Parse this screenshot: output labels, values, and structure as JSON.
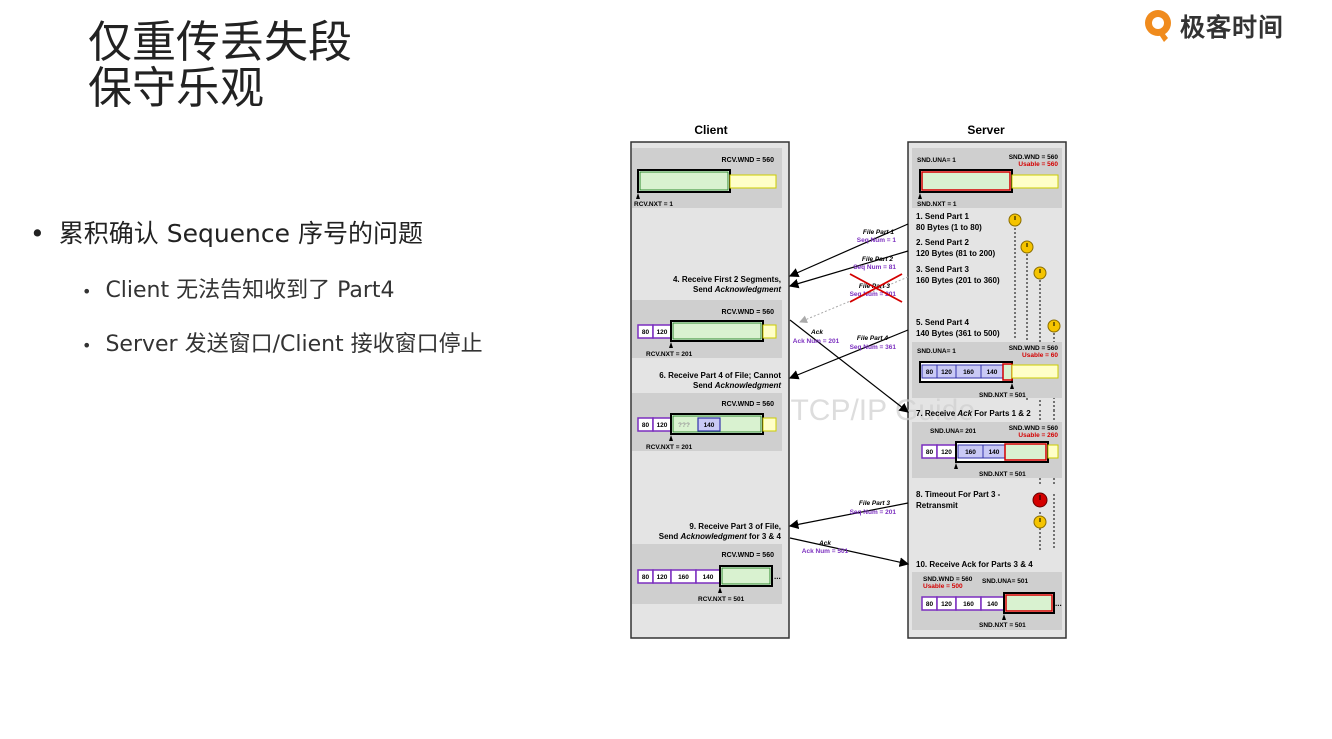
{
  "slide": {
    "title_line1": "仅重传丢失段",
    "title_line2": "保守乐观",
    "brand": "极客时间",
    "bullets": [
      "累积确认 Sequence 序号的问题",
      "Client 无法告知收到了 Part4",
      "Server 发送窗口/Client 接收窗口停止"
    ]
  },
  "diagram": {
    "client_header": "Client",
    "server_header": "Server",
    "watermark": "The TCP/IP Guide",
    "client": {
      "rcv_wnd": "RCV.WND = 560",
      "rcv_nxt_1": "RCV.NXT = 1",
      "rcv_nxt_201": "RCV.NXT = 201",
      "rcv_nxt_501": "RCV.NXT = 501",
      "step4_line1": "4. Receive First 2 Segments,",
      "step4_line2a": "Send ",
      "step4_line2b": "Acknowledgment",
      "step6_line1": "6. Receive Part 4 of File; Cannot",
      "step6_line2a": "Send ",
      "step6_line2b": "Acknowledgment",
      "step9_line1": "9. Receive Part 3 of File,",
      "step9_line2a": "Send ",
      "step9_line2b": "Acknowledgment",
      "step9_line2c": " for 3 & 4"
    },
    "server": {
      "snd_una_1": "SND.UNA= 1",
      "snd_una_201": "SND.UNA= 201",
      "snd_una_501": "SND.UNA= 501",
      "snd_wnd": "SND.WND = 560",
      "usable_560": "Usable = 560",
      "usable_60": "Usable = 60",
      "usable_260": "Usable = 260",
      "usable_500": "Usable = 500",
      "snd_nxt_1": "SND.NXT = 1",
      "snd_nxt_501": "SND.NXT = 501",
      "step1_l1": "1. Send Part 1",
      "step1_l2": "80 Bytes (1 to 80)",
      "step2_l1": "2. Send Part 2",
      "step2_l2": "120 Bytes (81 to 200)",
      "step3_l1": "3. Send Part 3",
      "step3_l2": "160 Bytes (201 to 360)",
      "step5_l1": "5. Send Part 4",
      "step5_l2": "140 Bytes (361 to 500)",
      "step7_a": "7. Receive ",
      "step7_b": "Ack",
      "step7_c": " For Parts 1 & 2",
      "step8_l1": "8. Timeout For Part 3 -",
      "step8_l2": "Retransmit",
      "step10": "10. Receive Ack for Parts 3 & 4"
    },
    "messages": {
      "fp1": "File Part 1",
      "fp1_seq": "Seq Num = 1",
      "fp2": "File Part 2",
      "fp2_seq": "Seq Num = 81",
      "fp3": "File Part 3",
      "fp3_seq": "Seq Num = 201",
      "fp4": "File Part 4",
      "fp4_seq": "Seq Num = 361",
      "ack": "Ack",
      "ack_201": "Ack Num = 201",
      "ack_501": "Ack Num = 501"
    },
    "segments": {
      "s80": "80",
      "s120": "120",
      "s160": "160",
      "s140": "140",
      "unknown": "???",
      "ellipsis": "..."
    },
    "colors": {
      "accent_orange": "#F08B1D",
      "window_green": "#d9f2d0",
      "free_yellow": "#ffffc8",
      "purple": "#7b2fbf",
      "blue_seg": "#c9c9f5",
      "red": "#d40000"
    }
  }
}
